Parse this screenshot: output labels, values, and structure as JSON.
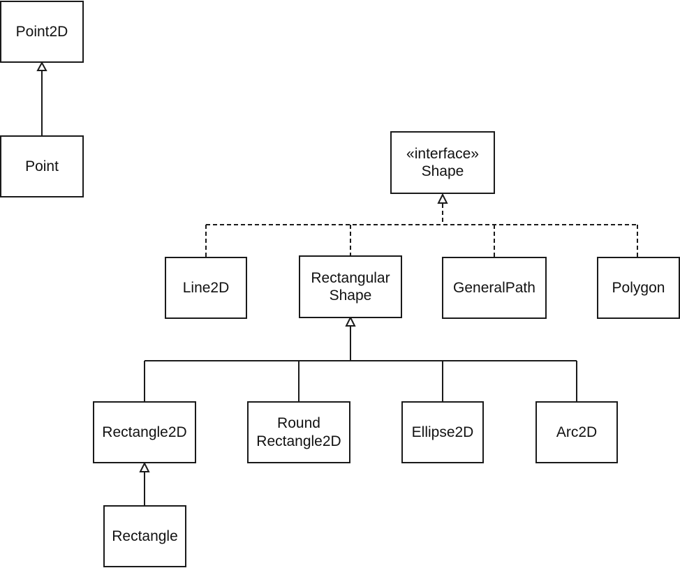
{
  "diagram": {
    "classes": {
      "point2d": {
        "name": "Point2D"
      },
      "point": {
        "name": "Point"
      },
      "shape": {
        "stereotype": "«interface»",
        "name": "Shape"
      },
      "line2d": {
        "name": "Line2D"
      },
      "rectangular_shape": {
        "line1": "Rectangular",
        "line2": "Shape"
      },
      "general_path": {
        "name": "GeneralPath"
      },
      "polygon": {
        "name": "Polygon"
      },
      "rectangle2d": {
        "name": "Rectangle2D"
      },
      "round_rectangle2d": {
        "line1": "Round",
        "line2": "Rectangle2D"
      },
      "ellipse2d": {
        "name": "Ellipse2D"
      },
      "arc2d": {
        "name": "Arc2D"
      },
      "rectangle": {
        "name": "Rectangle"
      }
    },
    "relations": [
      {
        "type": "inheritance",
        "from": "Point",
        "to": "Point2D"
      },
      {
        "type": "realization",
        "from": "Line2D",
        "to": "Shape"
      },
      {
        "type": "realization",
        "from": "RectangularShape",
        "to": "Shape"
      },
      {
        "type": "realization",
        "from": "GeneralPath",
        "to": "Shape"
      },
      {
        "type": "realization",
        "from": "Polygon",
        "to": "Shape"
      },
      {
        "type": "inheritance",
        "from": "Rectangle2D",
        "to": "RectangularShape"
      },
      {
        "type": "inheritance",
        "from": "RoundRectangle2D",
        "to": "RectangularShape"
      },
      {
        "type": "inheritance",
        "from": "Ellipse2D",
        "to": "RectangularShape"
      },
      {
        "type": "inheritance",
        "from": "Arc2D",
        "to": "RectangularShape"
      },
      {
        "type": "inheritance",
        "from": "Rectangle",
        "to": "Rectangle2D"
      }
    ],
    "colors": {
      "stroke": "#1a1a1a",
      "text": "#111111",
      "background": "#ffffff"
    }
  }
}
